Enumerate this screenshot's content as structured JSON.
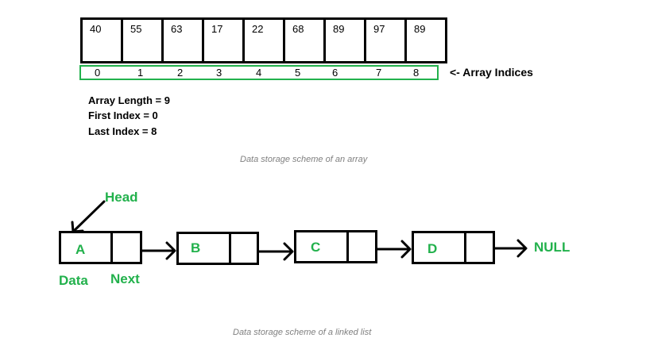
{
  "array": {
    "values": [
      "40",
      "55",
      "63",
      "17",
      "22",
      "68",
      "89",
      "97",
      "89"
    ],
    "indices": [
      "0",
      "1",
      "2",
      "3",
      "4",
      "5",
      "6",
      "7",
      "8"
    ],
    "indices_label": "<- Array Indices",
    "length_text": "Array Length = 9",
    "first_index_text": "First Index = 0",
    "last_index_text": "Last Index = 8",
    "caption": "Data storage scheme of an array"
  },
  "linked_list": {
    "nodes": [
      "A",
      "B",
      "C",
      "D"
    ],
    "head_label": "Head",
    "data_label": "Data",
    "next_label": "Next",
    "null_label": "NULL",
    "caption": "Data storage scheme of a linked list"
  },
  "colors": {
    "accent_green": "#22b14c",
    "caption_gray": "#808080"
  }
}
